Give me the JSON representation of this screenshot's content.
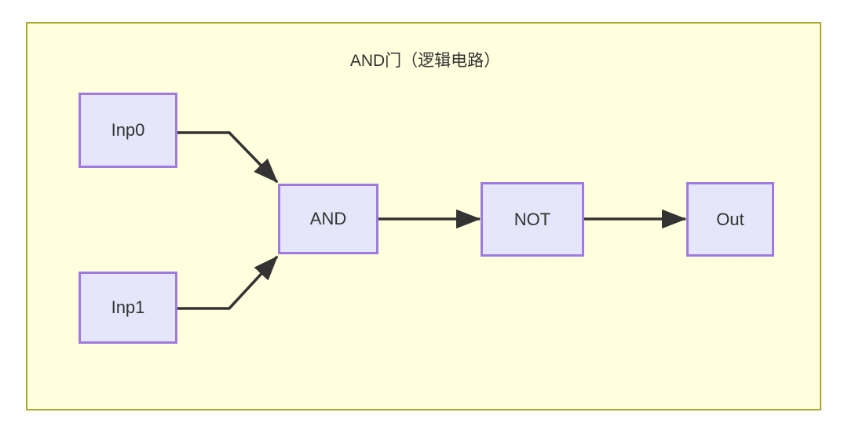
{
  "diagram": {
    "title": "AND门（逻辑电路）",
    "frame": {
      "background_color": "#ffffdd",
      "border_color": "#aaaa33"
    },
    "node_style": {
      "fill_color": "#e6e6fa",
      "border_color": "#9f7ae0",
      "text_color": "#333333"
    },
    "edge_style": {
      "stroke_color": "#333333"
    },
    "nodes": [
      {
        "id": "inp0",
        "label": "Inp0"
      },
      {
        "id": "inp1",
        "label": "Inp1"
      },
      {
        "id": "and",
        "label": "AND"
      },
      {
        "id": "not",
        "label": "NOT"
      },
      {
        "id": "out",
        "label": "Out"
      }
    ],
    "edges": [
      {
        "from": "Inp0",
        "to": "AND",
        "shape": "elbow-down"
      },
      {
        "from": "Inp1",
        "to": "AND",
        "shape": "elbow-up"
      },
      {
        "from": "AND",
        "to": "NOT",
        "shape": "straight"
      },
      {
        "from": "NOT",
        "to": "Out",
        "shape": "straight"
      }
    ]
  }
}
